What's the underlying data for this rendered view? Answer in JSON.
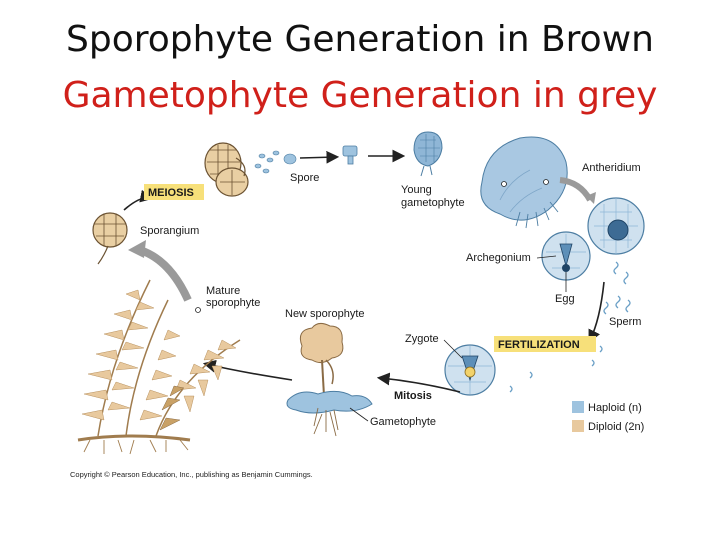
{
  "titles": {
    "line1": "Sporophyte Generation in Brown",
    "line2": "Gametophyte Generation in grey"
  },
  "labels": {
    "meiosis": "MEIOSIS",
    "spore": "Spore",
    "young_gametophyte_1": "Young",
    "young_gametophyte_2": "gametophyte",
    "antheridium": "Antheridium",
    "sporangium": "Sporangium",
    "archegonium": "Archegonium",
    "egg": "Egg",
    "mature_sporophyte_1": "Mature",
    "mature_sporophyte_2": "sporophyte",
    "new_sporophyte": "New sporophyte",
    "sperm": "Sperm",
    "zygote": "Zygote",
    "fertilization": "FERTILIZATION",
    "mitosis": "Mitosis",
    "gametophyte": "Gametophyte"
  },
  "legend": {
    "haploid": "Haploid (n)",
    "diploid": "Diploid (2n)"
  },
  "copyright": "Copyright © Pearson Education, Inc., publishing as Benjamin Cummings.",
  "colors": {
    "title_black": "#111111",
    "title_red": "#d0201a",
    "haploid_blue": "#9ec3df",
    "diploid_tan": "#e8c99e",
    "stage_box_yellow": "#f7e07a",
    "arrow_dark": "#222222",
    "arrow_grey": "#9a9a9a"
  }
}
